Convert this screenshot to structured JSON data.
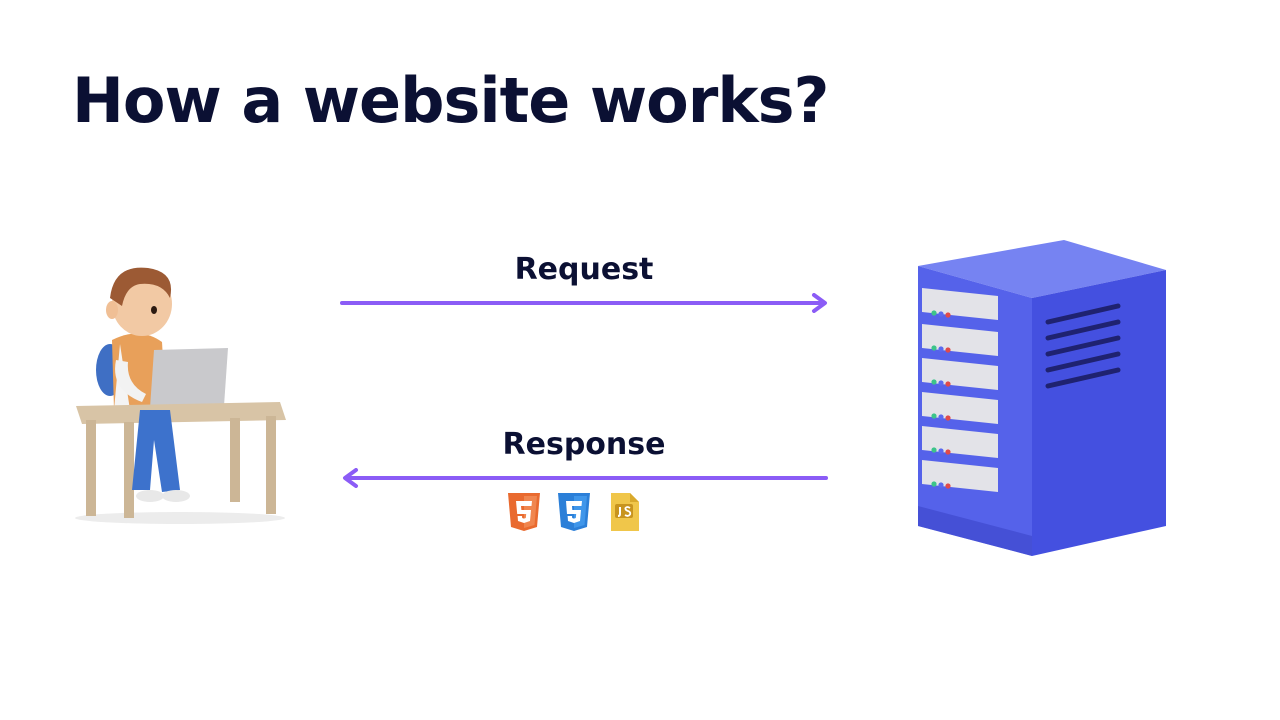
{
  "title": "How a website works?",
  "request_label": "Request",
  "response_label": "Response",
  "colors": {
    "title": "#0b1033",
    "arrow": "#8b5cf6",
    "server": "#4450e0",
    "html": "#e96a2f",
    "css": "#2b7fd8",
    "js": "#f0c64a"
  },
  "response_icons": [
    "html5-icon",
    "css3-icon",
    "javascript-file-icon"
  ]
}
